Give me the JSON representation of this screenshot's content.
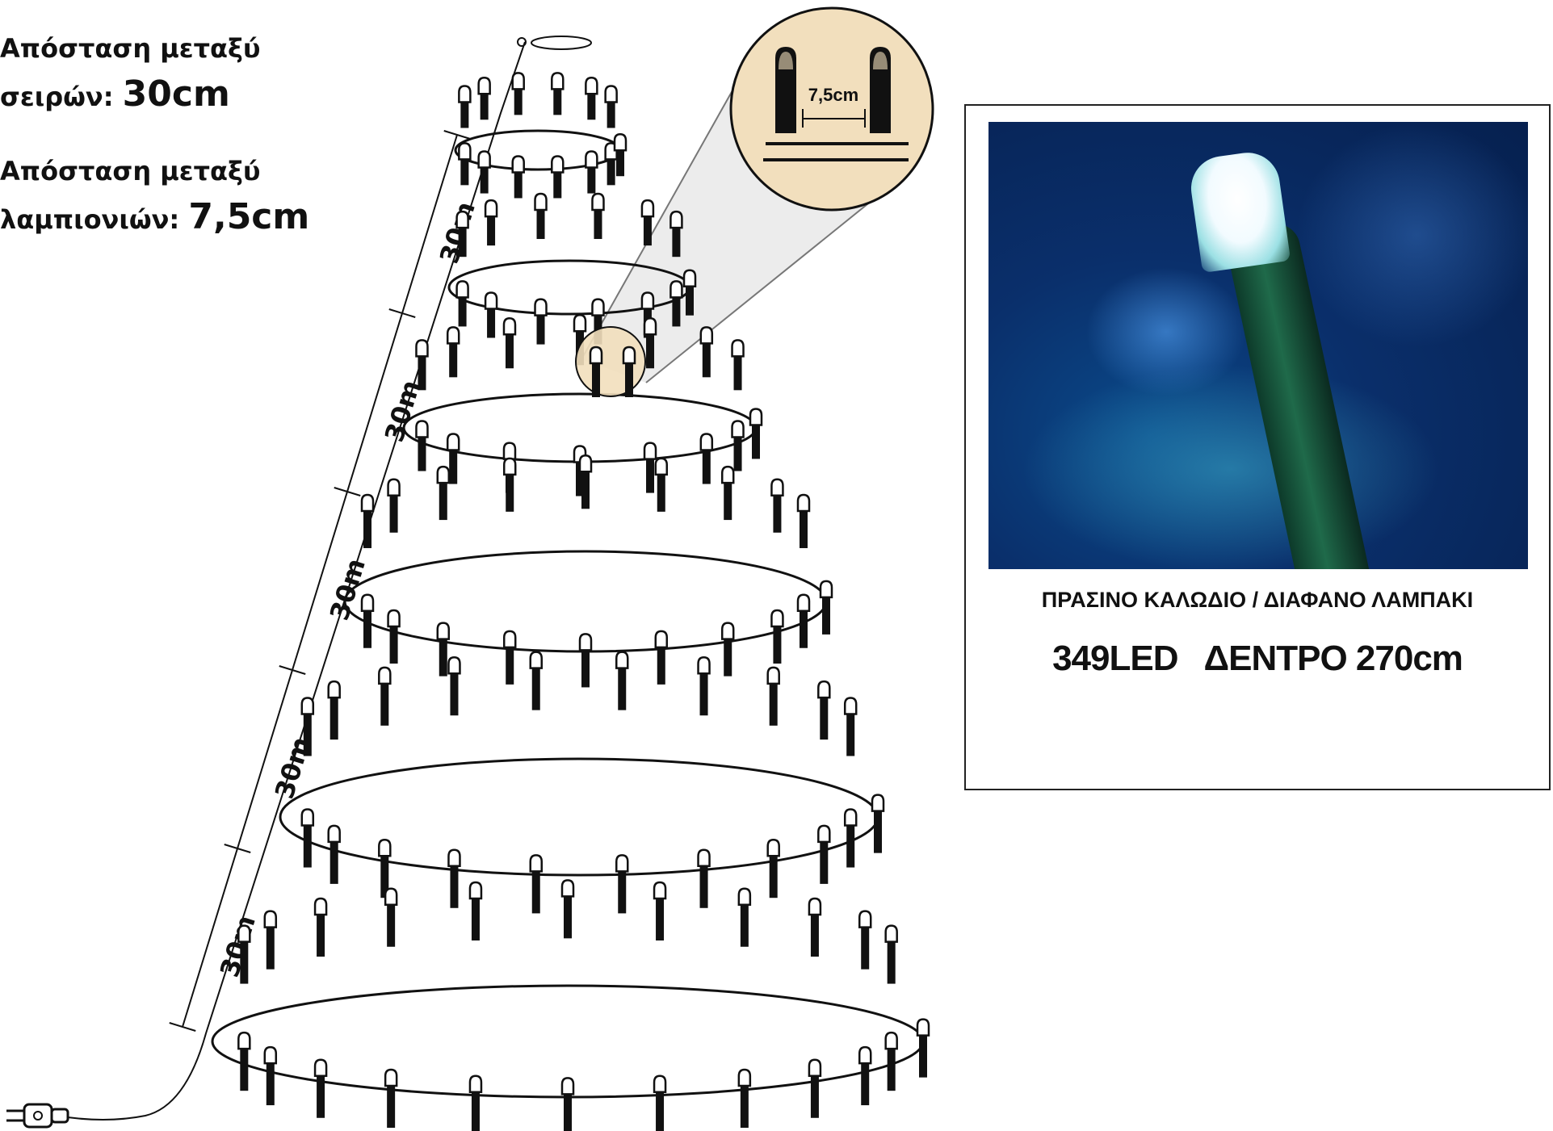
{
  "spec_rows": {
    "row_spacing_label": "Απόσταση μεταξύ",
    "row_spacing_label2": "σειρών:",
    "row_spacing_value": "30cm",
    "led_spacing_label": "Απόσταση μεταξύ",
    "led_spacing_label2": "λαμπιονιών:",
    "led_spacing_value": "7,5cm"
  },
  "diagram": {
    "segment_labels": [
      "30m",
      "30m",
      "30m",
      "30m",
      "30m"
    ],
    "zoom_label": "7,5cm",
    "cable_color": "#111111",
    "zoom_fill": "#f2dfbd"
  },
  "card": {
    "subtitle": "ΠΡΑΣΙΝΟ ΚΑΛΩΔΙΟ / ΔΙΑΦΑΝΟ ΛΑΜΠΑΚΙ",
    "title_count": "349LED",
    "title_product": "ΔΕΝΤΡΟ 270cm"
  }
}
